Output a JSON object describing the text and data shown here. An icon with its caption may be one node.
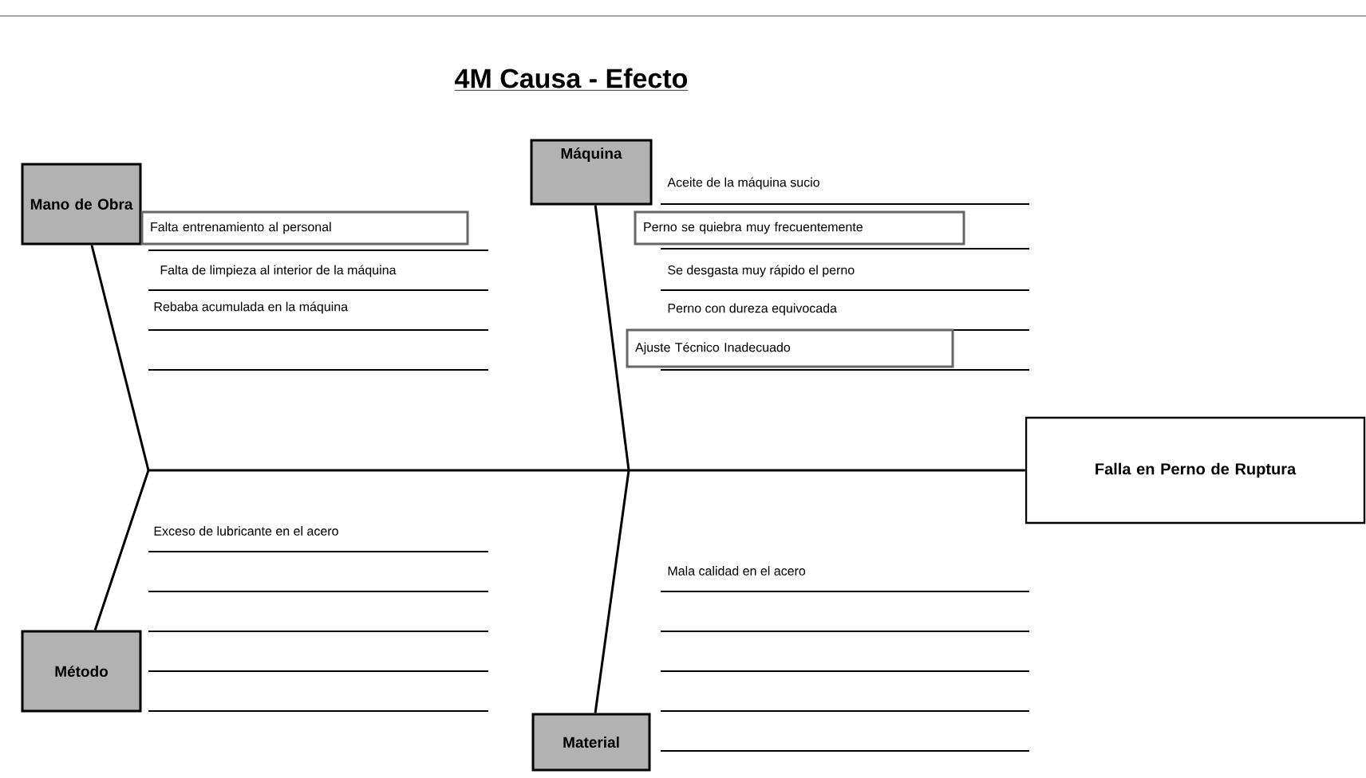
{
  "diagram": {
    "title": "4M Causa - Efecto",
    "nodes": [
      {
        "text": [
          "Mano de Obra"
        ]
      },
      {
        "text": [
          "Máquina"
        ]
      },
      {
        "text": [
          "Falta entrenamiento al personal"
        ]
      },
      {
        "text": [
          "Perno se quiebra muy frecuentemente"
        ]
      },
      {
        "text": [
          "Ajuste Técnico Inadecuado"
        ]
      },
      {
        "text": [
          "Falla en Perno de Ruptura"
        ]
      },
      {
        "text": [
          "Método"
        ]
      },
      {
        "text": [
          "Material"
        ]
      }
    ],
    "edges": [
      {
        "from": null,
        "to": 5,
        "arrow": "none"
      },
      {
        "from": 0,
        "to": null,
        "arrow": "none"
      },
      {
        "from": 1,
        "to": null,
        "arrow": "none"
      },
      {
        "from": 6,
        "to": null,
        "arrow": "none"
      },
      {
        "from": 7,
        "to": null,
        "arrow": "none"
      }
    ],
    "labels": [
      "Aceite de la máquina sucio",
      "Falta de limpieza al interior de la máquina",
      "Se desgasta muy rápido el perno",
      "Rebaba acumulada en la máquina",
      "Perno con dureza equivocada",
      "Exceso de lubricante en el acero",
      "Mala calidad en el acero"
    ]
  }
}
